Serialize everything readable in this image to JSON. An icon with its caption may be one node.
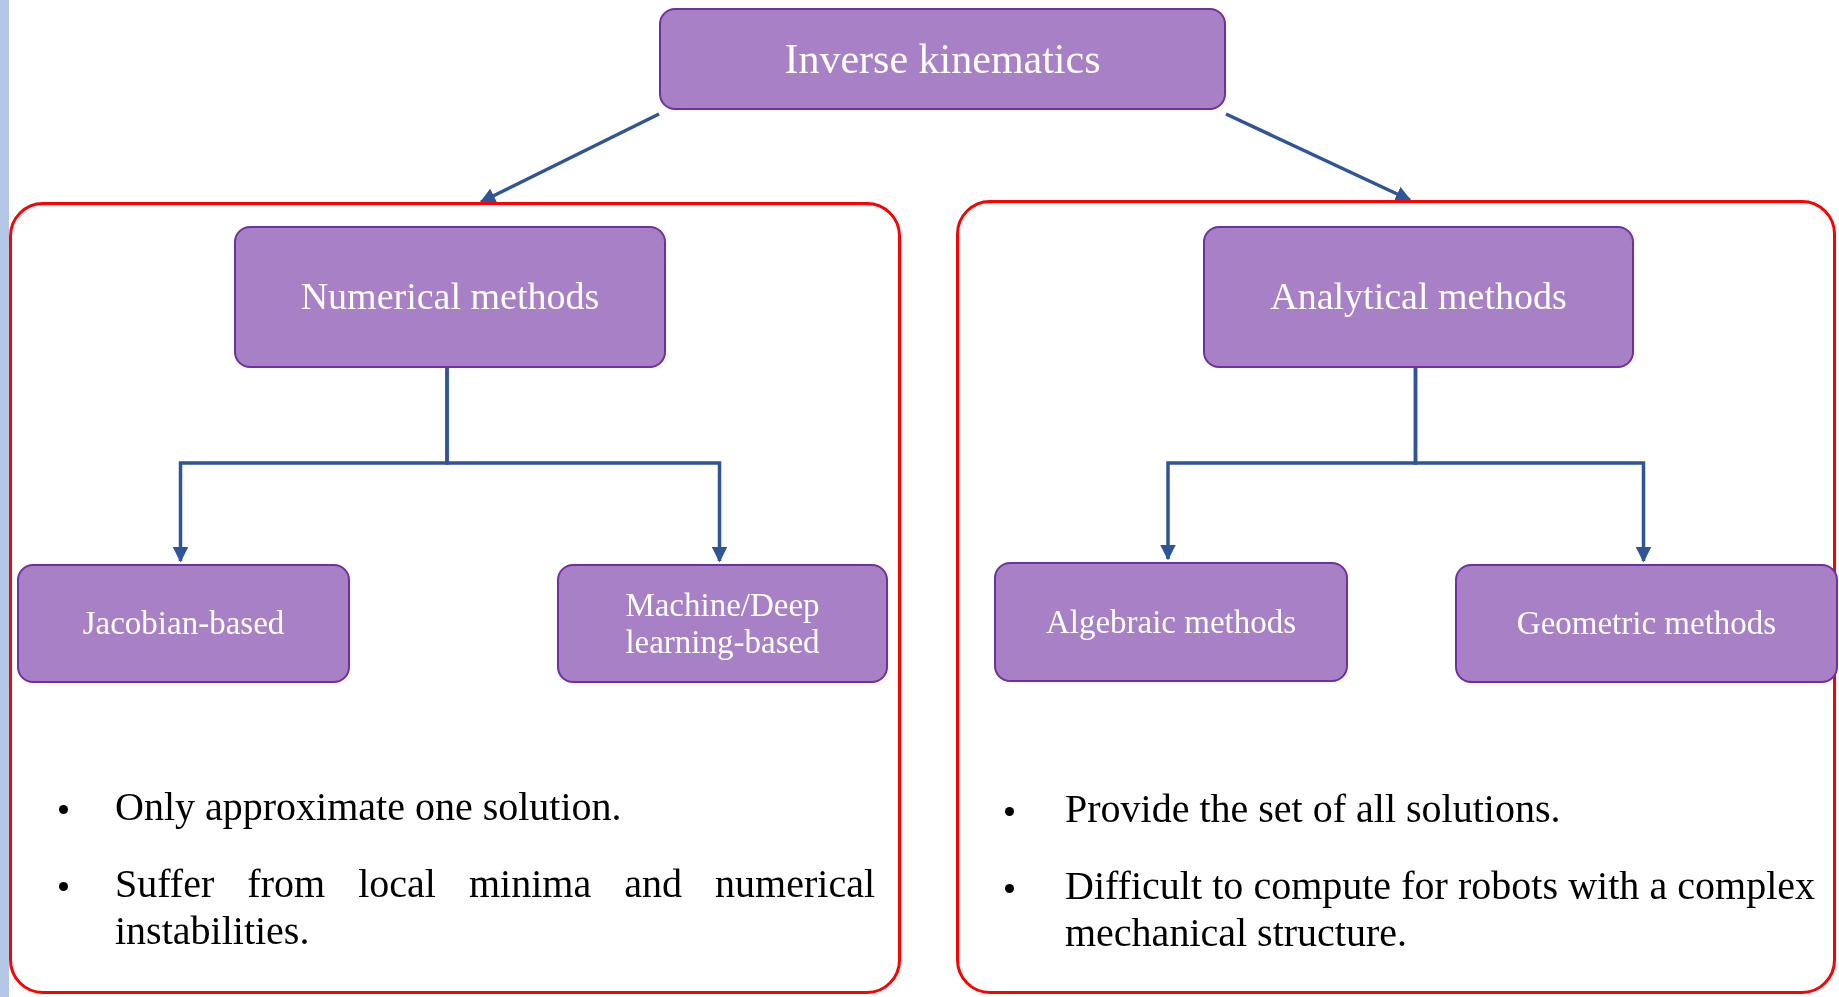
{
  "diagram": {
    "nodes": [
      {
        "text": [
          "Inverse kinematics"
        ]
      },
      {
        "text": [
          "Only approximate one solution.",
          "Suffer from local minima and numerical instabilities."
        ]
      },
      {
        "text": [
          "Numerical methods"
        ],
        "in": 1
      },
      {
        "text": [
          "Jacobian-based"
        ],
        "in": 1
      },
      {
        "text": [
          "Machine/Deep learning-based"
        ],
        "in": 1
      },
      {
        "text": [
          "Provide the set of all solutions.",
          "Difficult to compute for robots with a complex mechanical structure."
        ]
      },
      {
        "text": [
          "Analytical methods"
        ],
        "in": 5
      },
      {
        "text": [
          "Algebraic methods"
        ],
        "in": 5
      },
      {
        "text": [
          "Geometric methods"
        ],
        "in": 5
      }
    ],
    "edges": [
      {
        "from": 0,
        "to": 1,
        "arrow": "to"
      },
      {
        "from": 0,
        "to": 5,
        "arrow": "to"
      },
      {
        "from": 2,
        "to": 3,
        "arrow": "to"
      },
      {
        "from": 2,
        "to": 4,
        "arrow": "to"
      },
      {
        "from": 6,
        "to": 7,
        "arrow": "to"
      },
      {
        "from": 6,
        "to": 8,
        "arrow": "to"
      }
    ]
  }
}
